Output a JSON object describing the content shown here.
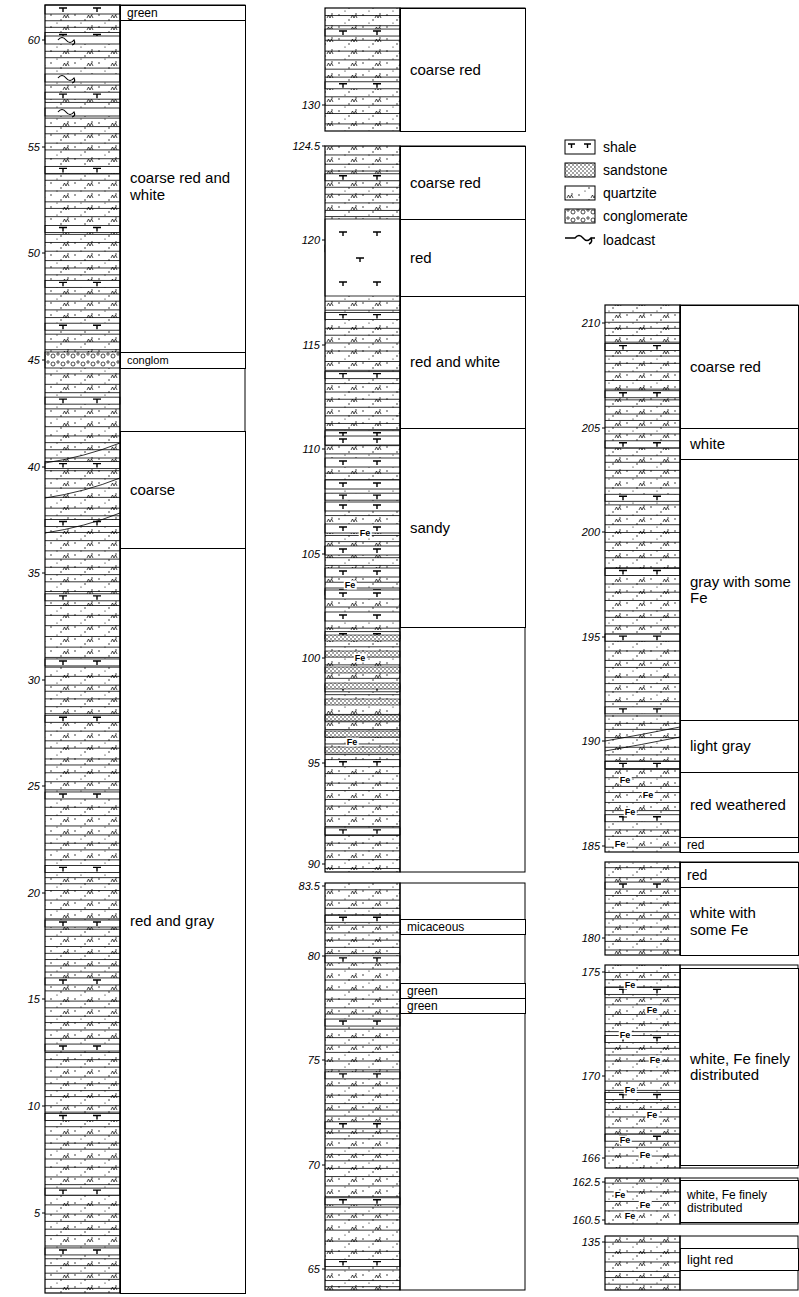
{
  "diagram": {
    "nodes": [
      {
        "text": [
          "green"
        ]
      },
      {
        "text": [
          "coarse red and white"
        ]
      },
      {
        "text": [
          "conglom"
        ]
      },
      {
        "text": [
          "coarse"
        ]
      },
      {
        "text": [
          "red and gray"
        ]
      },
      {
        "text": [
          "coarse red"
        ]
      },
      {
        "text": [
          "coarse red"
        ]
      },
      {
        "text": [
          "red"
        ]
      },
      {
        "text": [
          "red and white"
        ]
      },
      {
        "text": [
          "sandy"
        ]
      },
      {
        "text": [
          "micaceous"
        ]
      },
      {
        "text": [
          "green"
        ]
      },
      {
        "text": [
          "green"
        ]
      },
      {
        "text": [
          "coarse red"
        ]
      },
      {
        "text": [
          "white"
        ]
      },
      {
        "text": [
          "gray with some Fe"
        ]
      },
      {
        "text": [
          "light gray"
        ]
      },
      {
        "text": [
          "red weathered"
        ]
      },
      {
        "text": [
          "red"
        ]
      },
      {
        "text": [
          "red"
        ]
      },
      {
        "text": [
          "white with some Fe"
        ]
      },
      {
        "text": [
          "white, Fe finely distributed"
        ]
      },
      {
        "text": [
          "white, Fe finely distributed"
        ]
      },
      {
        "text": [
          "light red"
        ]
      }
    ],
    "labels": [
      "60",
      "55",
      "50",
      "45",
      "40",
      "35",
      "30",
      "25",
      "20",
      "15",
      "10",
      "5",
      "130",
      "124.5",
      "120",
      "115",
      "110",
      "105",
      "100",
      "95",
      "90",
      "83.5",
      "80",
      "75",
      "70",
      "65",
      "210",
      "205",
      "200",
      "195",
      "190",
      "185",
      "180",
      "175",
      "170",
      "166",
      "162.5",
      "160.5",
      "135",
      "Fe",
      "Fe",
      "Fe",
      "Fe",
      "Fe",
      "Fe",
      "Fe",
      "Fe",
      "Fe",
      "Fe",
      "Fe",
      "Fe",
      "Fe",
      "Fe",
      "Fe",
      "Fe",
      "Fe",
      "Fe",
      "Fe"
    ],
    "legend": [
      {
        "text": "shale"
      },
      {
        "text": "sandstone"
      },
      {
        "text": "quartzite"
      },
      {
        "text": "conglomerate"
      },
      {
        "text": "loadcast"
      }
    ]
  }
}
